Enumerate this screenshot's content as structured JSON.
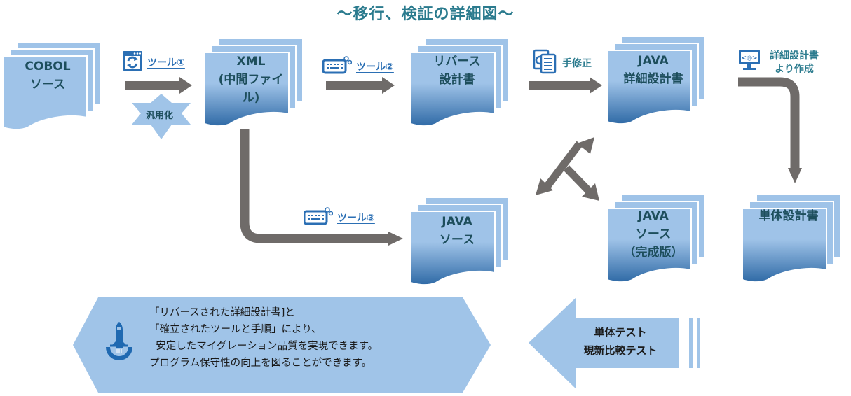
{
  "title": "〜移行、検証の詳細図〜",
  "colors": {
    "title": "#2b7b8e",
    "doc_light": "#9fc3e8",
    "doc_dark": "#2f6aa6",
    "arrow": "#6f6b69",
    "tool_icon": "#2b6fb4",
    "banner": "#a0c4e8"
  },
  "documents": {
    "cobol": {
      "label": "COBOL\nソース"
    },
    "xml": {
      "label": "XML\n(中間ファイ\nル)"
    },
    "reverse": {
      "label": "リバース\n設計書"
    },
    "java_design": {
      "label": "JAVA\n詳細設計書"
    },
    "java_source": {
      "label": "JAVA\nソース"
    },
    "java_final": {
      "label": "JAVA\nソース\n（完成版）"
    },
    "unit_design": {
      "label": "単体設計書"
    }
  },
  "tools": {
    "tool1": {
      "label": "ツール①",
      "icon": "refresh-window-icon"
    },
    "tool2": {
      "label": "ツール②",
      "icon": "keyboard-gear-icon"
    },
    "tool3": {
      "label": "ツール③",
      "icon": "keyboard-gear-icon"
    },
    "manual": {
      "label": "手修正",
      "icon": "document-gear-icon"
    },
    "create_from": {
      "label": "詳細設計書\nより作成",
      "icon": "monitor-code-icon"
    }
  },
  "generalize_label": "汎用化",
  "banner": {
    "icon": "rocket-launch-icon",
    "lines": [
      "「リバースされた詳細設計書]と",
      "「確立されたツールと手順」により、",
      "  安定したマイグレーション品質を実現できます。",
      "プログラム保守性の向上を図ることができます。"
    ]
  },
  "test_arrow": {
    "lines": [
      "単体テスト",
      "現新比較テスト"
    ]
  }
}
